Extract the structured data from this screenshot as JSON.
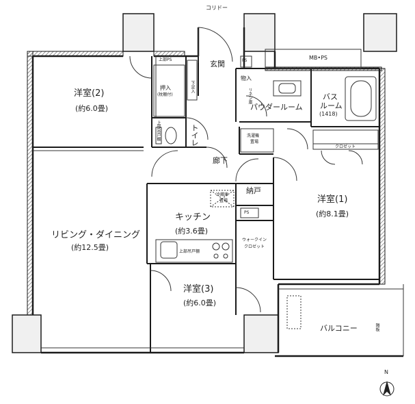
{
  "rooms": {
    "western_2": {
      "name": "洋室(2)",
      "size": "(約6.0畳)"
    },
    "living_dining": {
      "name": "リビング・ダイニング",
      "size": "(約12.5畳)"
    },
    "kitchen": {
      "name": "キッチン",
      "size": "(約3.6畳)"
    },
    "western_3": {
      "name": "洋室(3)",
      "size": "(約6.0畳)"
    },
    "western_1": {
      "name": "洋室(1)",
      "size": "(約8.1畳)"
    },
    "bath": {
      "name": "バス",
      "name2": "ルーム",
      "size": "(1418)"
    },
    "powder": {
      "name": "パウダールーム"
    },
    "entrance": {
      "name": "玄関"
    },
    "hallway": {
      "name": "廊下"
    },
    "toilet": {
      "name": "トイレ"
    },
    "storage": {
      "name": "納戸"
    },
    "balcony": {
      "name": "バルコニー"
    },
    "corridor": {
      "name": "コリドー"
    }
  },
  "labels": {
    "oshiire": "押入",
    "oshiire_sub": "(枕棚付)",
    "upper_ps": "上部PS",
    "shoe_box": "下足入",
    "ps_1": "PS",
    "ps_2": "PS",
    "mb_ps": "MB•PS",
    "monoire": "物入",
    "linen": "リネン庫",
    "washer": "洗濯機",
    "washer_sub": "置場",
    "closet": "クロゼット",
    "walkin_1": "ウォークイン",
    "walkin_2": "クロゼット",
    "fridge": "冷蔵庫",
    "fridge_sub": "置場",
    "upper_cabinet_toilet": "上部吊戸棚",
    "upper_cabinet_kitchen": "上部吊戸棚",
    "partition": "隔板"
  },
  "compass": {
    "north": "N"
  },
  "colors": {
    "wall": "#1a1a1a",
    "hatch": "#555555",
    "thin": "#333333"
  }
}
